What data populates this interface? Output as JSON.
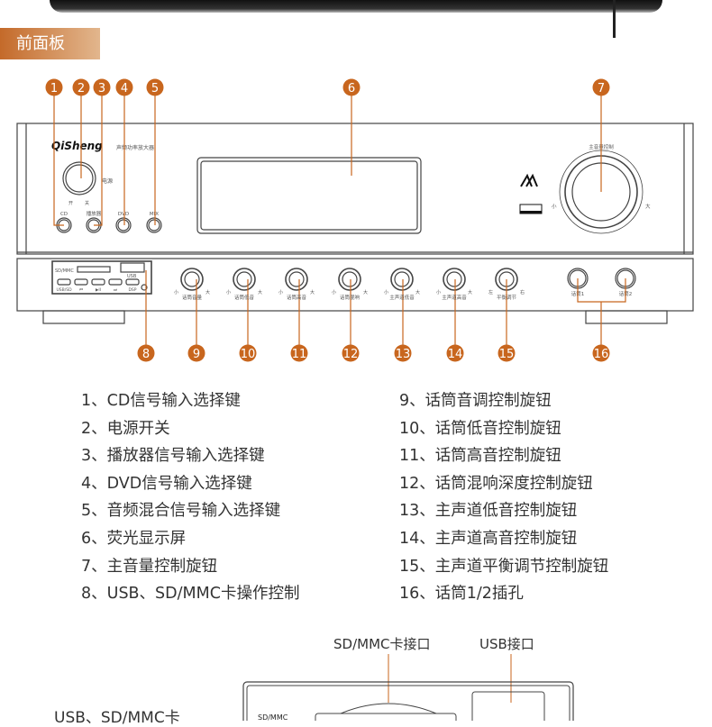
{
  "section_title": "前面板",
  "device": {
    "brand": "QiSheng",
    "subtitle": "声频功率放大器",
    "power_label": "电源",
    "power_on": "开",
    "power_off": "关",
    "buttons": [
      "CD",
      "播放器",
      "DVD",
      "MIX"
    ],
    "volume_label": "主音量控制",
    "min": "小",
    "max": "大",
    "knobs": [
      "话筒音量",
      "话筒低音",
      "话筒高音",
      "话筒混响",
      "主声道低音",
      "主声道高音",
      "平衡调节"
    ],
    "balance_left": "左",
    "balance_right": "右",
    "mic_jacks": [
      "话筒1",
      "话筒2"
    ],
    "usb_panel": {
      "sd": "SD/MMC",
      "usb": "USB",
      "btn_labels": [
        "USB/SD",
        "⏮",
        "▶II",
        "⏭",
        "DSP"
      ]
    }
  },
  "callouts_top": [
    "1",
    "2",
    "3",
    "4",
    "5",
    "6",
    "7"
  ],
  "callouts_bottom": [
    "8",
    "9",
    "10",
    "11",
    "12",
    "13",
    "14",
    "15",
    "16"
  ],
  "legend_left": [
    "1、CD信号输入选择键",
    "2、电源开关",
    "3、播放器信号输入选择键",
    "4、DVD信号输入选择键",
    "5、音频混合信号输入选择键",
    "6、荧光显示屏",
    "7、主音量控制旋钮",
    "8、USB、SD/MMC卡操作控制"
  ],
  "legend_right": [
    "9、话筒音调控制旋钮",
    "10、话筒低音控制旋钮",
    "11、话筒高音控制旋钮",
    "12、话筒混响深度控制旋钮",
    "13、主声道低音控制旋钮",
    "14、主声道高音控制旋钮",
    "15、主声道平衡调节控制旋钮",
    "16、话筒1/2插孔"
  ],
  "detail": {
    "sd_label": "SD/MMC卡接口",
    "usb_label": "USB接口",
    "side_text": "USB、SD/MMC卡",
    "sd_small": "SD/MMC"
  },
  "colors": {
    "accent": "#c8661e",
    "line": "#444"
  }
}
